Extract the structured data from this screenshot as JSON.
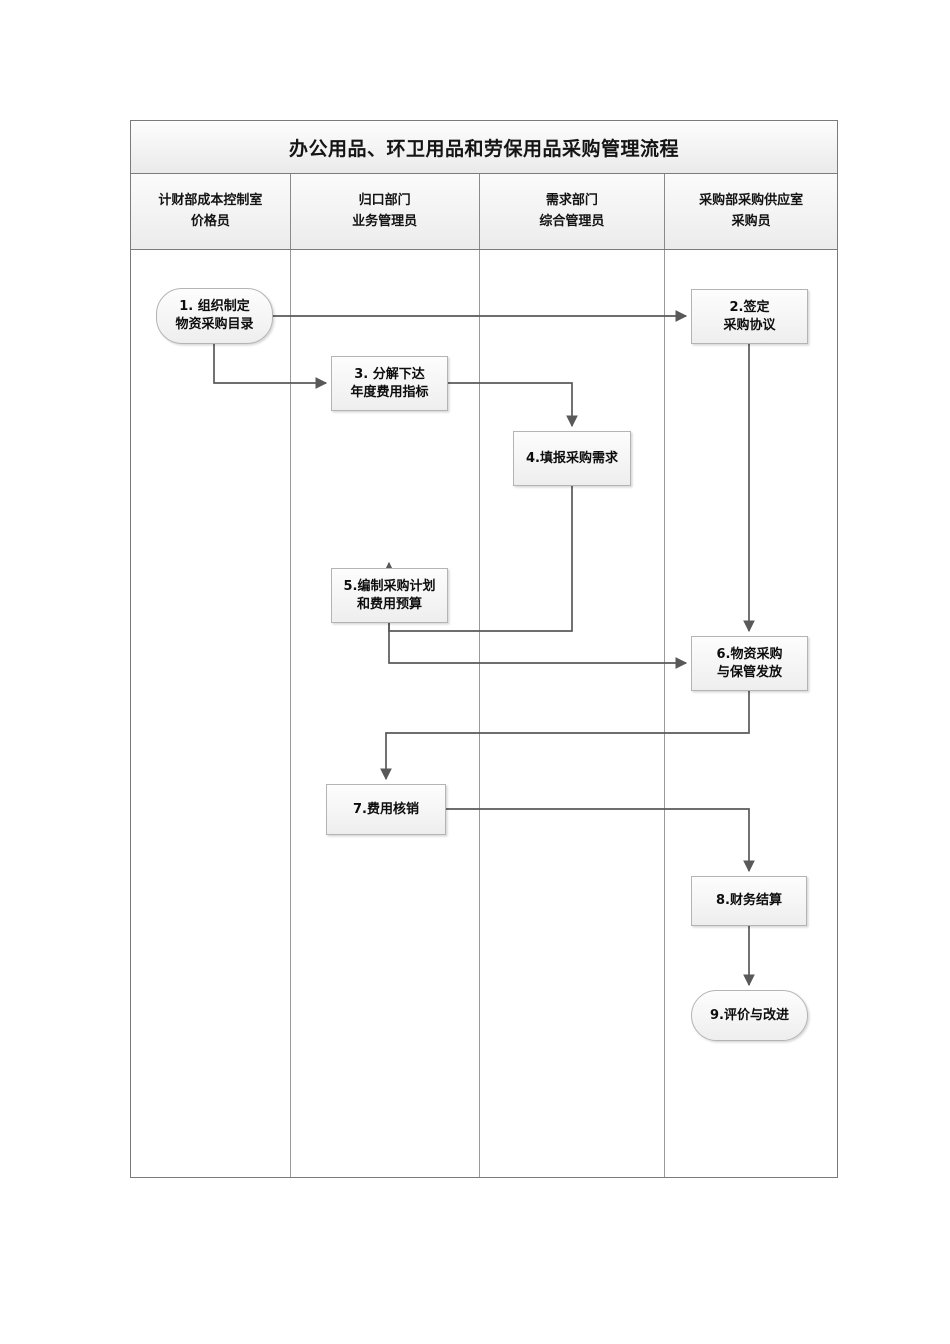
{
  "diagram": {
    "title": "办公用品、环卫用品和劳保用品采购管理流程",
    "lanes": [
      {
        "line1": "计财部成本控制室",
        "line2": "价格员"
      },
      {
        "line1": "归口部门",
        "line2": "业务管理员"
      },
      {
        "line1": "需求部门",
        "line2": "综合管理员"
      },
      {
        "line1": "采购部采购供应室",
        "line2": "采购员"
      }
    ],
    "nodes": [
      {
        "id": "n1",
        "shape": "terminator",
        "lane": 0,
        "line1": "1. 组织制定",
        "line2": "物资采购目录"
      },
      {
        "id": "n2",
        "shape": "process",
        "lane": 3,
        "line1": "2.签定",
        "line2": "采购协议"
      },
      {
        "id": "n3",
        "shape": "process",
        "lane": 1,
        "line1": "3. 分解下达",
        "line2": "年度费用指标"
      },
      {
        "id": "n4",
        "shape": "process",
        "lane": 2,
        "line1": "4.填报采购需求",
        "line2": ""
      },
      {
        "id": "n5",
        "shape": "process",
        "lane": 1,
        "line1": "5.编制采购计划",
        "line2": "和费用预算"
      },
      {
        "id": "n6",
        "shape": "process",
        "lane": 3,
        "line1": "6.物资采购",
        "line2": "与保管发放"
      },
      {
        "id": "n7",
        "shape": "process",
        "lane": 1,
        "line1": "7.费用核销",
        "line2": ""
      },
      {
        "id": "n8",
        "shape": "process",
        "lane": 3,
        "line1": "8.财务结算",
        "line2": ""
      },
      {
        "id": "n9",
        "shape": "terminator",
        "lane": 3,
        "line1": "9.评价与改进",
        "line2": ""
      }
    ],
    "edges": [
      {
        "from": "n1",
        "to": "n2"
      },
      {
        "from": "n1",
        "to": "n3"
      },
      {
        "from": "n2",
        "to": "n6"
      },
      {
        "from": "n3",
        "to": "n4"
      },
      {
        "from": "n4",
        "to": "n5"
      },
      {
        "from": "n5",
        "to": "n6"
      },
      {
        "from": "n6",
        "to": "n7"
      },
      {
        "from": "n7",
        "to": "n8"
      },
      {
        "from": "n8",
        "to": "n9"
      }
    ],
    "colors": {
      "frame_border": "#7b7b7b",
      "lane_divider": "#9a9a9a",
      "node_border": "#b4b4b4",
      "connector": "#595959",
      "text": "#0d0d0d",
      "header_fill": "#f2f2f2",
      "page_background": "#ffffff"
    }
  }
}
